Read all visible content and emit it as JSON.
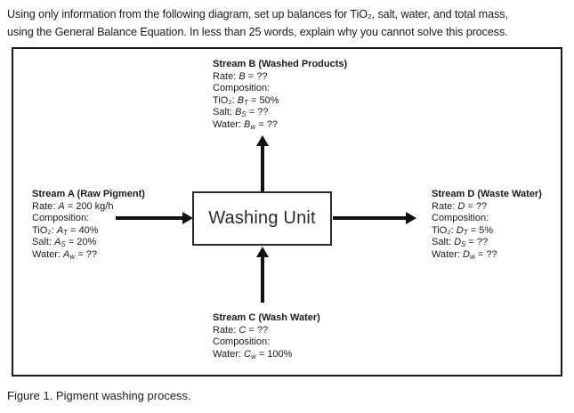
{
  "theme": {
    "ink": "#1a1a1a",
    "paper": "#ffffff",
    "arrow": "#111111"
  },
  "header": {
    "lines": [
      "Using only information from the following diagram, set up balances for TiO₂, salt, water, and total mass,",
      "using the General Balance Equation. In less than 25 words, explain why you cannot solve this process."
    ]
  },
  "diagram": {
    "unit_label": "Washing Unit",
    "streams": {
      "a": {
        "title": "Stream A (Raw Pigment)",
        "lines": [
          [
            {
              "t": "Rate: "
            },
            {
              "t": "A",
              "style": "var"
            },
            {
              "t": " = 200 kg/h"
            }
          ],
          [
            {
              "t": "Composition:"
            }
          ],
          [
            {
              "t": "TiO₂: "
            },
            {
              "t": "A",
              "style": "var"
            },
            {
              "t": "T",
              "style": "sub"
            },
            {
              "t": " = 40%"
            }
          ],
          [
            {
              "t": "Salt: "
            },
            {
              "t": "A",
              "style": "var"
            },
            {
              "t": "S",
              "style": "sub"
            },
            {
              "t": " = 20%"
            }
          ],
          [
            {
              "t": "Water: "
            },
            {
              "t": "A",
              "style": "var"
            },
            {
              "t": "w",
              "style": "sub"
            },
            {
              "t": " = ??"
            }
          ]
        ]
      },
      "b": {
        "title": "Stream B (Washed Products)",
        "lines": [
          [
            {
              "t": "Rate: "
            },
            {
              "t": "B",
              "style": "var"
            },
            {
              "t": " = ??"
            }
          ],
          [
            {
              "t": "Composition:"
            }
          ],
          [
            {
              "t": "TiO₂: "
            },
            {
              "t": "B",
              "style": "var"
            },
            {
              "t": "T",
              "style": "sub"
            },
            {
              "t": " = 50%"
            }
          ],
          [
            {
              "t": "Salt: "
            },
            {
              "t": "B",
              "style": "var"
            },
            {
              "t": "S",
              "style": "sub"
            },
            {
              "t": " = ??"
            }
          ],
          [
            {
              "t": "Water: "
            },
            {
              "t": "B",
              "style": "var"
            },
            {
              "t": "w",
              "style": "sub"
            },
            {
              "t": " = ??"
            }
          ]
        ]
      },
      "c": {
        "title": "Stream C (Wash Water)",
        "lines": [
          [
            {
              "t": "Rate: "
            },
            {
              "t": "C",
              "style": "var"
            },
            {
              "t": " = ??"
            }
          ],
          [
            {
              "t": "Composition:"
            }
          ],
          [
            {
              "t": "Water: "
            },
            {
              "t": "C",
              "style": "var"
            },
            {
              "t": "w",
              "style": "sub"
            },
            {
              "t": " = 100%"
            }
          ]
        ]
      },
      "d": {
        "title": "Stream D (Waste Water)",
        "lines": [
          [
            {
              "t": "Rate: "
            },
            {
              "t": "D",
              "style": "var"
            },
            {
              "t": " = ??"
            }
          ],
          [
            {
              "t": "Composition:"
            }
          ],
          [
            {
              "t": "TiO₂: "
            },
            {
              "t": "D",
              "style": "var"
            },
            {
              "t": "T",
              "style": "sub"
            },
            {
              "t": " = 5%"
            }
          ],
          [
            {
              "t": "Salt: "
            },
            {
              "t": "D",
              "style": "var"
            },
            {
              "t": "S",
              "style": "sub"
            },
            {
              "t": " = ??"
            }
          ],
          [
            {
              "t": "Water: "
            },
            {
              "t": "D",
              "style": "var"
            },
            {
              "t": "w",
              "style": "sub"
            },
            {
              "t": " = ??"
            }
          ]
        ]
      }
    }
  },
  "caption": "Figure 1. Pigment washing process."
}
